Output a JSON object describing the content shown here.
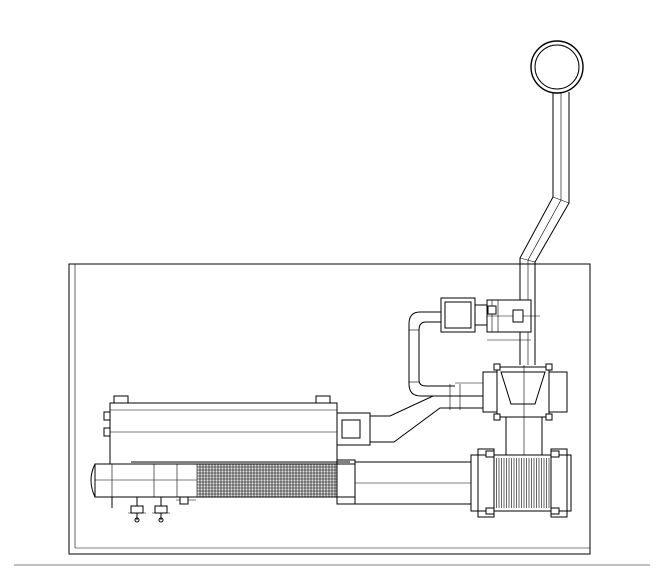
{
  "drawing": {
    "kind": "plant layout",
    "line_color": "#000000",
    "background_color": "#ffffff",
    "components": [
      "enclosure",
      "chimney-cap",
      "flue-stack",
      "boiler-drum",
      "fire-tube-bundle",
      "fan-unit",
      "hot-air-duct",
      "cyclone-separator",
      "heat-exchanger",
      "valve-cluster"
    ]
  }
}
